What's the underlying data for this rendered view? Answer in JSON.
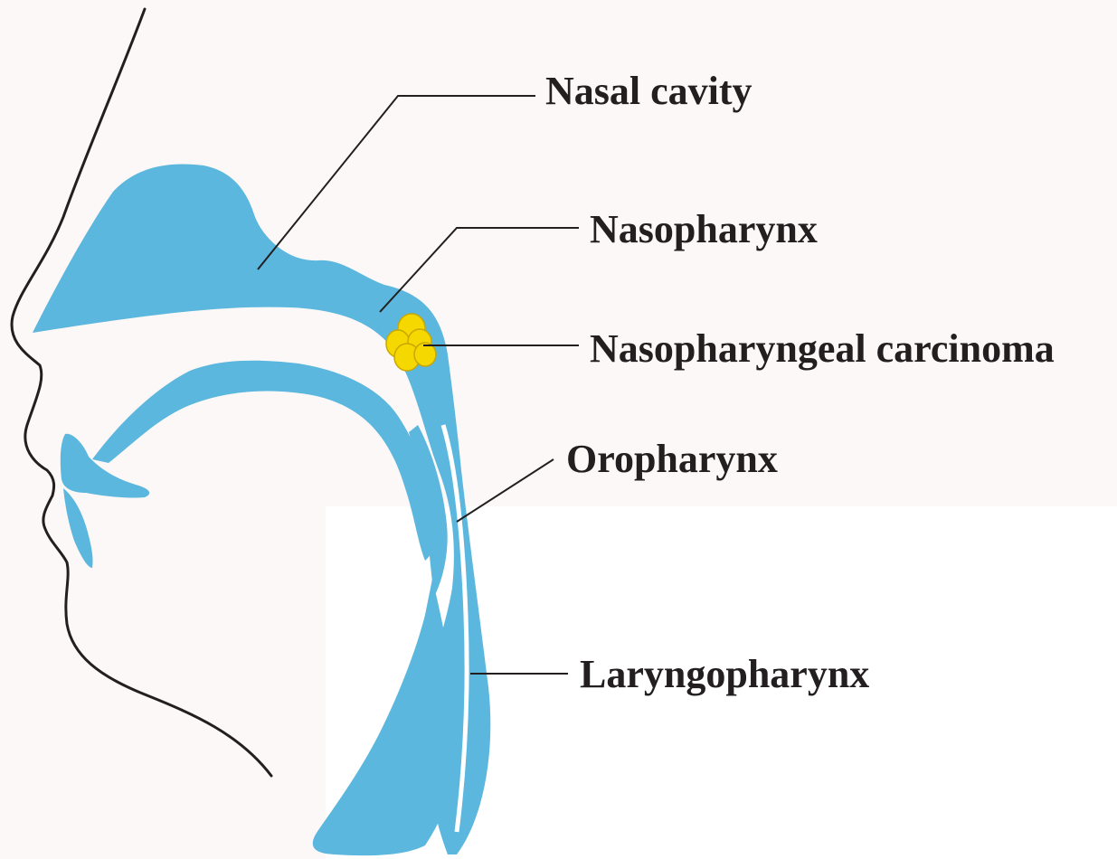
{
  "labels": {
    "nasal_cavity": "Nasal cavity",
    "nasopharynx": "Nasopharynx",
    "nasopharyngeal_carcinoma": "Nasopharyngeal carcinoma",
    "oropharynx": "Oropharynx",
    "laryngopharynx": "Laryngopharynx"
  },
  "colors": {
    "airway": "#5bb7dd",
    "tumor": "#f5d800",
    "tumor_outline": "#c8a800",
    "background": "#fdf8f8",
    "outline": "#231f20"
  }
}
